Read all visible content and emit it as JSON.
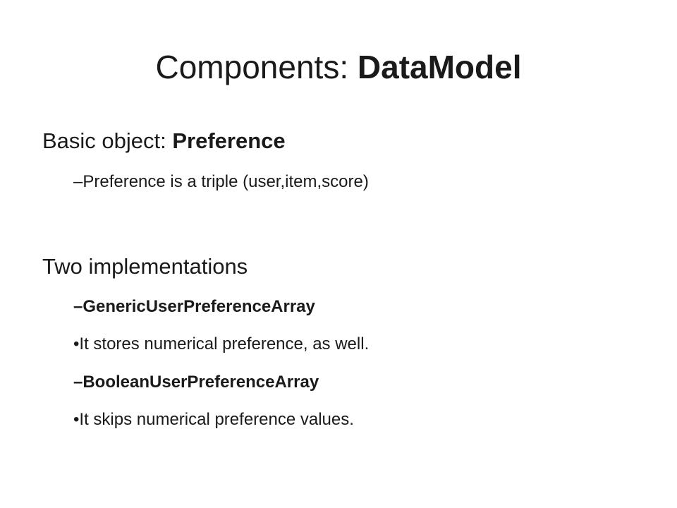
{
  "slide": {
    "title_prefix": "Components: ",
    "title_bold": "DataModel",
    "items": [
      {
        "prefix": "Basic object: ",
        "bold": "Preference"
      },
      {
        "text": "–Preference is a triple (user,item,score)"
      },
      {
        "text": "Two implementations"
      },
      {
        "text": "–GenericUserPreferenceArray"
      },
      {
        "text": "•It stores numerical preference, as well."
      },
      {
        "text": "–BooleanUserPreferenceArray"
      },
      {
        "text": "•It skips numerical preference values."
      }
    ]
  }
}
